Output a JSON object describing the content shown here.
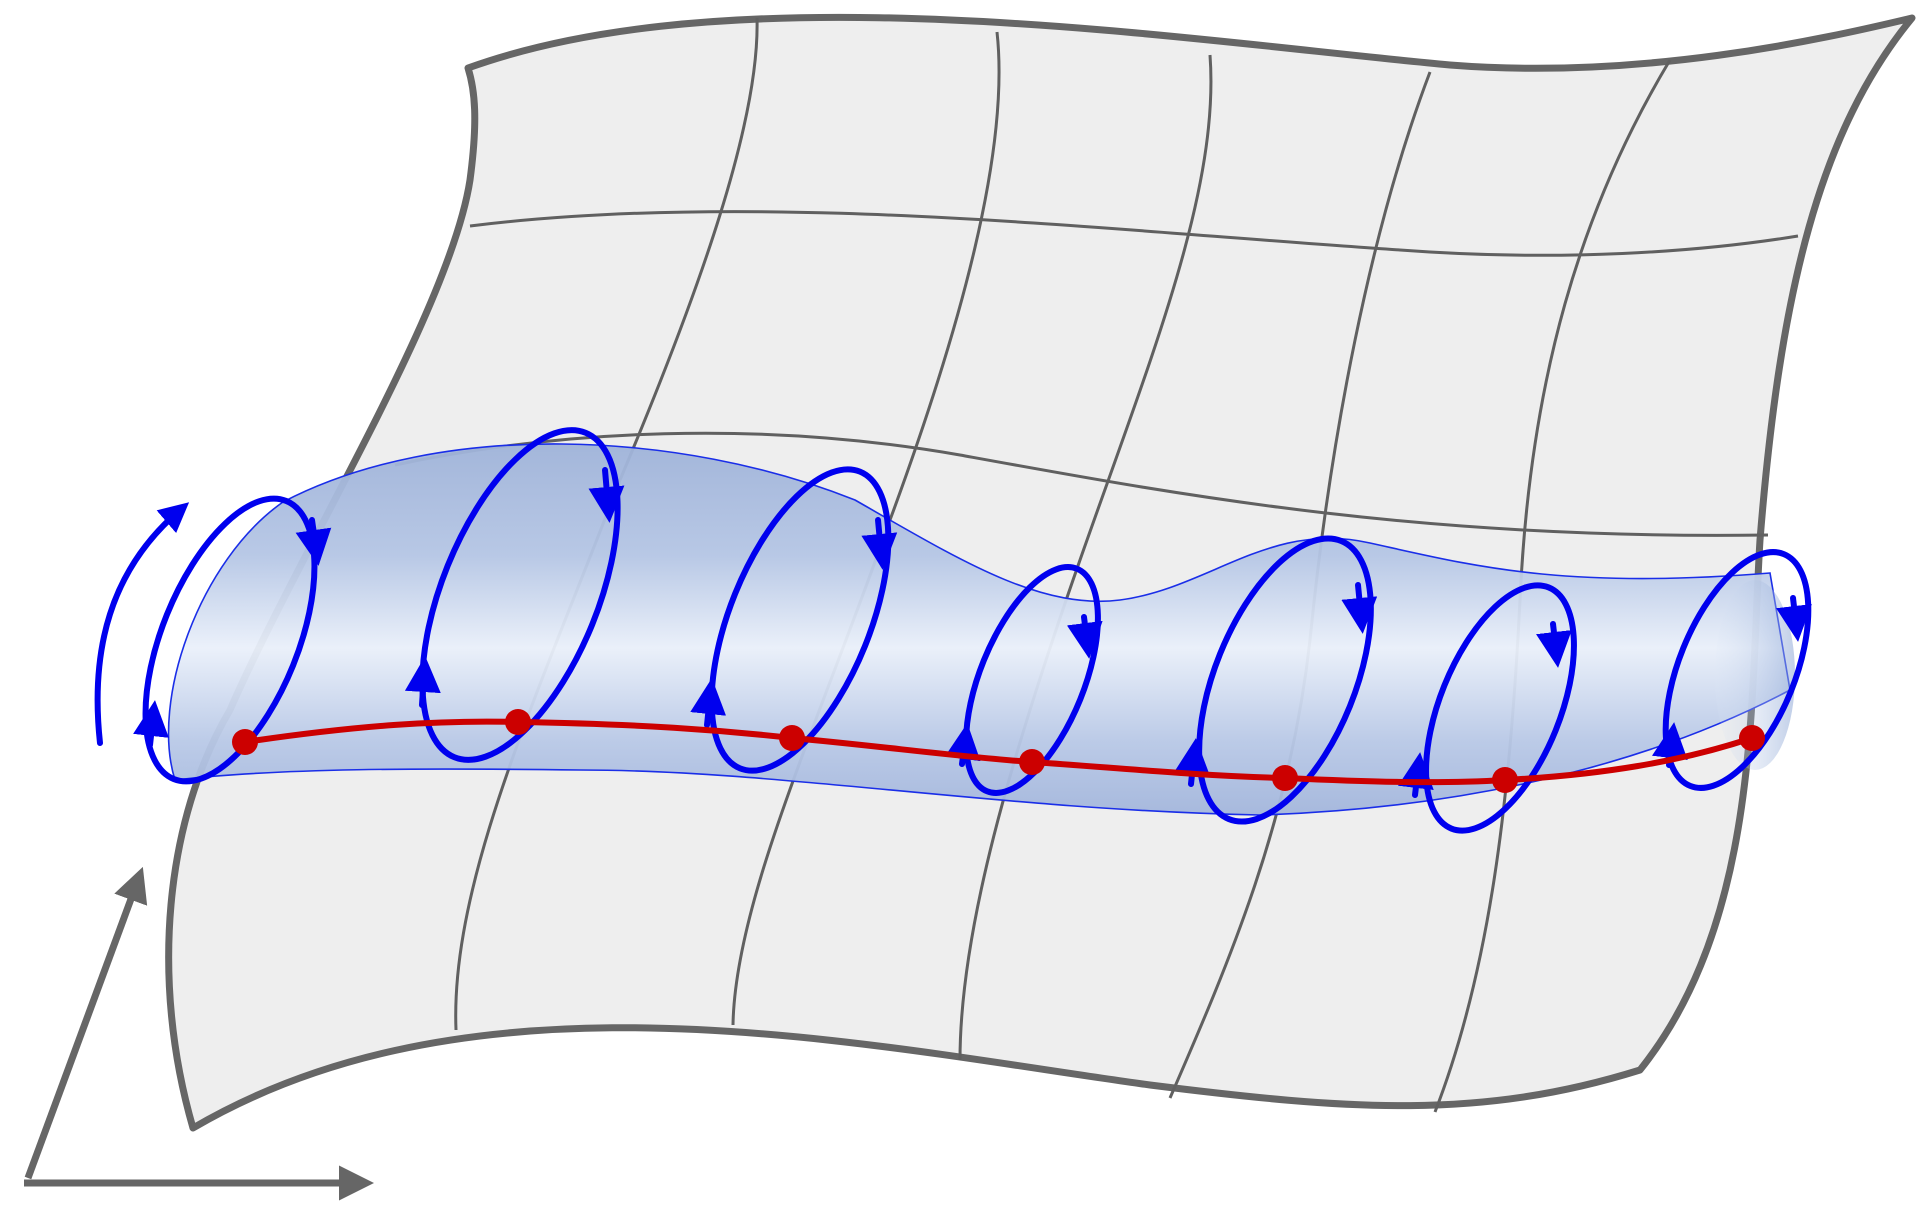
{
  "diagram": {
    "colors": {
      "background": "#ffffff",
      "sheet_fill": "#eeeeee",
      "sheet_border": "#666666",
      "grid_line": "#606060",
      "tube_fill_top": "#a9bbdd",
      "tube_fill_mid": "#eaf0fa",
      "tube_fill_bottom": "#a4b6da",
      "tube_outline": "#1a2ee8",
      "loop": "#0000ee",
      "curve": "#cc0000",
      "axis": "#666666"
    },
    "elements": {
      "sheet": "curved-sheet-surface",
      "tube": "shaded-tube-around-curve",
      "loops_count": 7,
      "points_count": 7,
      "axes": "two-axis-arrows",
      "rotation": "curved-rotation-arrow"
    }
  }
}
